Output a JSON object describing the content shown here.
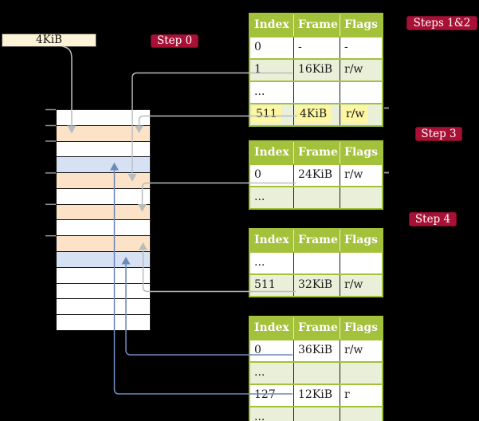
{
  "address_label": "4KiB",
  "badges": {
    "step0": "Step 0",
    "steps12": "Steps 1&2",
    "step3": "Step 3",
    "step4": "Step 4"
  },
  "memory": {
    "rows": [
      "white",
      "orange",
      "white",
      "blue",
      "orange",
      "white",
      "orange",
      "white",
      "orange",
      "blue",
      "white",
      "white",
      "white",
      "white"
    ]
  },
  "tables": [
    {
      "title": "steps 1&2 page table",
      "headers": [
        "Index",
        "Frame",
        "Flags"
      ],
      "rows": [
        {
          "cells": [
            "0",
            "-",
            "-"
          ]
        },
        {
          "cells": [
            "1",
            "16KiB",
            "r/w"
          ]
        },
        {
          "cells": [
            "...",
            "",
            ""
          ]
        },
        {
          "cells": [
            "511",
            "4KiB",
            "r/w"
          ],
          "highlighted": true
        }
      ]
    },
    {
      "title": "step 3 page table",
      "headers": [
        "Index",
        "Frame",
        "Flags"
      ],
      "rows": [
        {
          "cells": [
            "0",
            "24KiB",
            "r/w"
          ]
        },
        {
          "cells": [
            "...",
            "",
            ""
          ]
        }
      ]
    },
    {
      "title": "step 4 page table",
      "headers": [
        "Index",
        "Frame",
        "Flags"
      ],
      "rows": [
        {
          "cells": [
            "...",
            "",
            ""
          ]
        },
        {
          "cells": [
            "511",
            "32KiB",
            "r/w"
          ]
        }
      ]
    },
    {
      "title": "final page table",
      "headers": [
        "Index",
        "Frame",
        "Flags"
      ],
      "rows": [
        {
          "cells": [
            "0",
            "36KiB",
            "r/w"
          ]
        },
        {
          "cells": [
            "...",
            "",
            ""
          ]
        },
        {
          "cells": [
            "127",
            "12KiB",
            "r"
          ]
        },
        {
          "cells": [
            "...",
            "",
            ""
          ]
        }
      ]
    }
  ],
  "colors": {
    "green": "#a3c13a",
    "row-green": "#e9efd8",
    "highlight": "#fdf6a2",
    "crimson": "#a81035",
    "cream": "#fdf3d6",
    "orange": "#fce3c8",
    "blue": "#d6e2f3",
    "arrow-gray": "#b9bcbe",
    "arrow-blue": "#6d89ba"
  }
}
